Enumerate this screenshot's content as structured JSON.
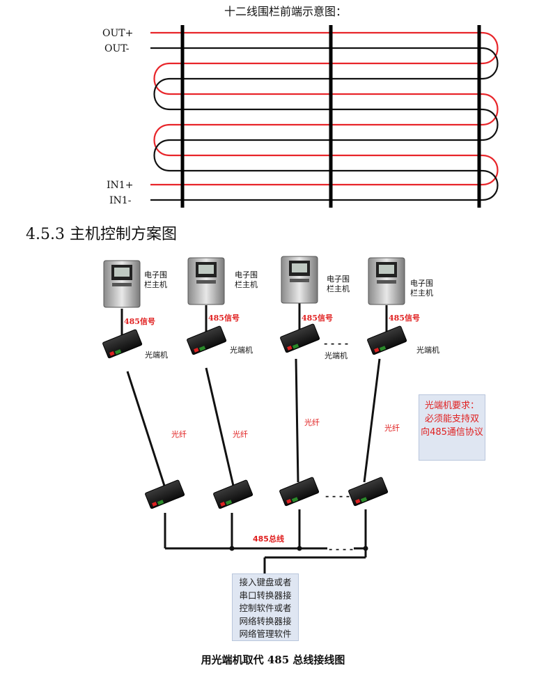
{
  "fence_diagram": {
    "title": "十二线围栏前端示意图：",
    "labels": {
      "out_plus": "OUT+",
      "out_minus": "OUT-",
      "in_plus": "IN1+",
      "in_minus": "IN1-"
    }
  },
  "section_heading": "4.5.3 主机控制方案图",
  "hosts": [
    {
      "label_line1": "电子围",
      "label_line2": "栏主机",
      "signal": "485信号",
      "converter_label": "光端机"
    },
    {
      "label_line1": "电子围",
      "label_line2": "栏主机",
      "signal": "485信号",
      "converter_label": "光端机"
    },
    {
      "label_line1": "电子围",
      "label_line2": "栏主机",
      "signal": "485信号",
      "converter_label": "光端机"
    },
    {
      "label_line1": "电子围",
      "label_line2": "栏主机",
      "signal": "485信号",
      "converter_label": "光端机"
    }
  ],
  "fiber_label": "光纤",
  "bus_label": "485总线",
  "dash_separator": "- - - -",
  "requirement_note": [
    "光端机要求：",
    "必须能支持双",
    "向485通信协议"
  ],
  "access_note": [
    "接入键盘或者",
    "串口转换器接",
    "控制软件或者",
    "网络转换器接",
    "网络管理软件"
  ],
  "figure_caption": "用光端机取代 485 总线接线图",
  "colors": {
    "red_wire": "#e8252a",
    "black_wire": "#111111",
    "label_red": "#e02020"
  }
}
